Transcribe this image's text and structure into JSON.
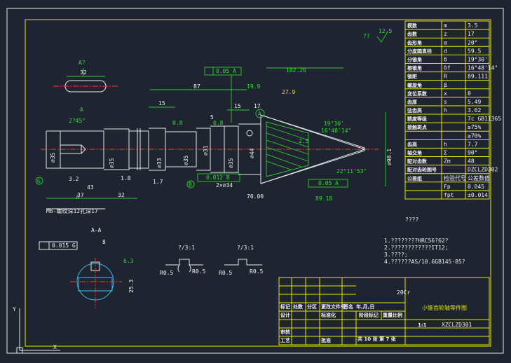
{
  "views": {
    "a_view_label": "A?",
    "a_section_label": "A-A",
    "i_detail_label": "?/3:1",
    "ii_detail_label": "?/3:1"
  },
  "roughness_corner": "12.5",
  "top_qq": "??",
  "dimensions": {
    "key_width": "32",
    "tol_box_parallel": "0.05 A",
    "len_102": "102.26",
    "len_87": "87",
    "len_19_9": "19.9",
    "dim_27_9": "27.9",
    "dim_15": "15",
    "dim_17": "17",
    "dim_5": "5",
    "chamfer_left": "2?45°",
    "angle_19_30": "19°30'",
    "angle_16_48": "16°48'14\"",
    "ra_0_8a": "0.8",
    "ra_0_8b": "0.8",
    "dia_35": "∅35",
    "dia_44": "∅44",
    "dia_35b": "∅35",
    "dia_33": "∅33",
    "dia_31": "∅31",
    "dia_98": "∅98.1",
    "dim_2_5": "2.5",
    "angle_22_11": "22°11'53\"",
    "tol_box_runout": "0.05 A",
    "tol_box_conc": "0.012 B",
    "dim_2x34": "2×∅34",
    "dim_37": "37",
    "dim_32": "32",
    "dim_1_8": "1.8",
    "dim_1_7": "1.7",
    "dim_70": "70.00",
    "dim_89_18": "89.18",
    "dim_3_2": "3.2",
    "dim_43": "43",
    "thread_note": "M6-螺纹深12孔深17",
    "tol_box_sym": "0.015 G",
    "dim_8": "8",
    "dim_6_3": "6.3",
    "dim_25_3": "25.3",
    "r05a": "R0.5",
    "r05b": "R0.5",
    "r05c": "R0.5",
    "r05d": "R0.5"
  },
  "notes": {
    "title": "????",
    "lines": [
      "1.????????HRC56?62?",
      "2.????????????IT12;",
      "3.????;",
      "4.??????AS/10.6GB145-85?"
    ]
  },
  "params": [
    [
      "模数",
      "m",
      "3.5"
    ],
    [
      "齿数",
      "z",
      "17"
    ],
    [
      "齿形角",
      "α",
      "20°"
    ],
    [
      "分度圆直径",
      "d",
      "59.5"
    ],
    [
      "分锥角",
      "δ",
      "19°30'"
    ],
    [
      "根锥角",
      "δf",
      "16°48'14\""
    ],
    [
      "锥距",
      "R",
      "89.111"
    ],
    [
      "螺旋角",
      "β",
      ""
    ],
    [
      "变位系数",
      "x",
      "0"
    ],
    [
      "齿厚",
      "s",
      "5.49"
    ],
    [
      "弦齿高",
      "h",
      "3.62"
    ],
    [
      "精度等级",
      "",
      "7c GB11365"
    ],
    [
      "接触斑点",
      "",
      "≥75%"
    ],
    [
      "",
      "",
      "≥70%"
    ],
    [
      "齿高",
      "h",
      "7.7"
    ],
    [
      "轴交角",
      "Σ",
      "90°"
    ],
    [
      "配对齿数",
      "Zm",
      "48"
    ],
    [
      "配对齿轮图号",
      "",
      "DZCLZD302"
    ],
    [
      "公差组",
      "检验代号",
      "公差数值"
    ],
    [
      "",
      "Fp",
      "0.045"
    ],
    [
      "",
      "fpt",
      "±0.014"
    ]
  ],
  "title_block": {
    "material": "20Cr",
    "part_name": "小锥齿轮轴零件图",
    "drawing_no": "XZCLZD301",
    "scale": "1:1",
    "sheets": "共 10 张  第 7 张",
    "row_labels": [
      "标记",
      "处数",
      "分区",
      "更改文件号",
      "签名",
      "年,月,日"
    ],
    "design": "设计",
    "stage_label": "阶段标记",
    "weight_label": "重量",
    "scale_label": "比例",
    "review": "审核",
    "process": "工艺",
    "approve": "批准",
    "standard": "标准化"
  },
  "axis": {
    "x": "X",
    "y": "Y"
  }
}
